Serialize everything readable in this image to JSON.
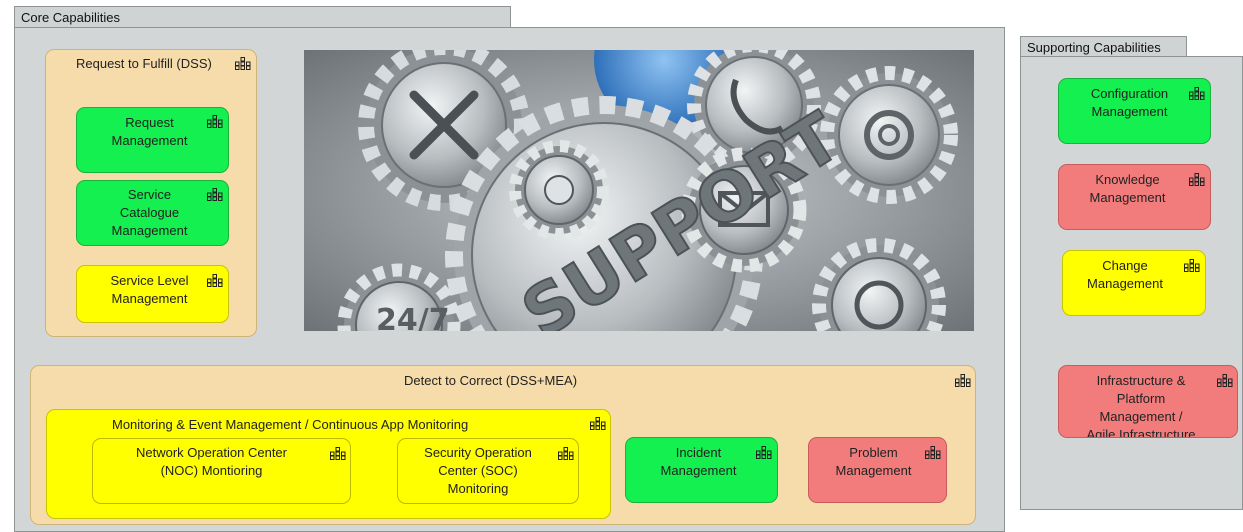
{
  "core": {
    "tab_label": "Core Capabilities",
    "request_to_fulfill": {
      "title": "Request to Fulfill (DSS)",
      "items": [
        {
          "label": "Request\nManagement",
          "status": "green"
        },
        {
          "label": "Service\nCatalogue\nManagement",
          "status": "green"
        },
        {
          "label": "Service Level\nManagement",
          "status": "yellow"
        }
      ]
    },
    "image": {
      "gear_text": "SUPPORT",
      "badge_text": "24/7"
    },
    "detect_to_correct": {
      "title": "Detect to Correct (DSS+MEA)",
      "monitoring": {
        "title": "Monitoring & Event Management / Continuous App Monitoring",
        "items": [
          {
            "label": "Network Operation Center\n(NOC) Montioring"
          },
          {
            "label": "Security Operation\nCenter (SOC)\nMonitoring"
          }
        ]
      },
      "incident": {
        "label": "Incident\nManagement",
        "status": "green"
      },
      "problem": {
        "label": "Problem\nManagement",
        "status": "red"
      }
    }
  },
  "supporting": {
    "tab_label": "Supporting Capabilities",
    "items": [
      {
        "label": "Configuration\nManagement",
        "status": "green"
      },
      {
        "label": "Knowledge\nManagement",
        "status": "red"
      },
      {
        "label": "Change\nManagement",
        "status": "yellow"
      },
      {
        "label": "Infrastructure &\nPlatform\nManagement /\nAgile Infrastructure",
        "status": "red"
      }
    ]
  },
  "colors": {
    "green": "#13f04f",
    "red": "#f27c7c",
    "yellow": "#ffff00",
    "container": "#f5dcaa",
    "group": "#d2d6d6"
  },
  "icons": [
    "capability-icon",
    "wrench-screwdriver-icon",
    "phone-icon",
    "envelope-icon",
    "gear-icon"
  ]
}
